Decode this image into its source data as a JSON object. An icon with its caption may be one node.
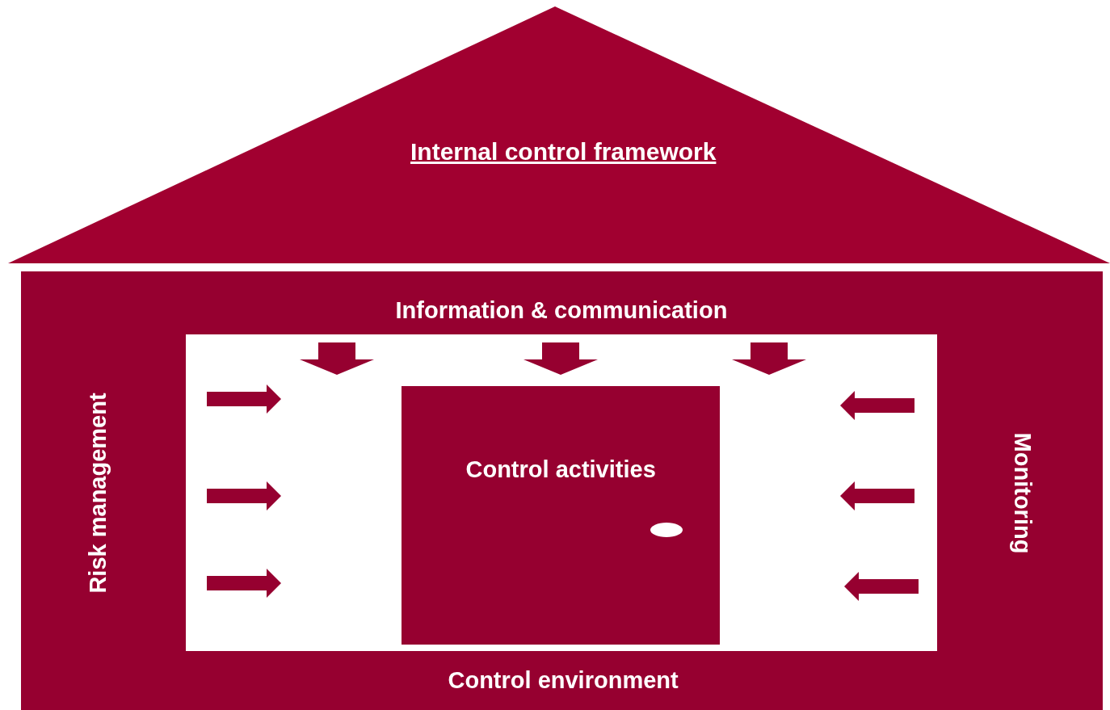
{
  "diagram": {
    "nodes": [
      {
        "text": [
          "Internal control framework"
        ]
      },
      {
        "text": [
          "Information & communication",
          "Risk management",
          "Monitoring",
          "Control environment"
        ]
      },
      {
        "text": [
          "Control activities"
        ],
        "in": 1
      }
    ],
    "edges": []
  }
}
